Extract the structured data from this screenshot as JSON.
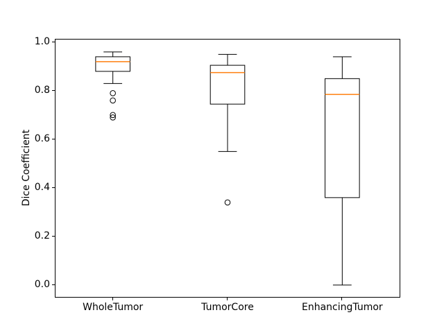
{
  "chart_data": {
    "type": "boxplot",
    "title": "",
    "xlabel": "",
    "ylabel": "Dice Coefficient",
    "categories": [
      "WholeTumor",
      "TumorCore",
      "EnhancingTumor"
    ],
    "ytick_labels": [
      "0.0",
      "0.2",
      "0.4",
      "0.6",
      "0.8",
      "1.0"
    ],
    "ytick_values": [
      0.0,
      0.2,
      0.4,
      0.6,
      0.8,
      1.0
    ],
    "ylim": [
      -0.049,
      1.011
    ],
    "xlim": [
      0.5,
      3.5
    ],
    "box_width_units": 0.3,
    "grid": false,
    "legend": false,
    "series": [
      {
        "name": "WholeTumor",
        "whisker_low": 0.83,
        "q1": 0.88,
        "median": 0.92,
        "q3": 0.94,
        "whisker_high": 0.96,
        "outliers": [
          0.79,
          0.76,
          0.7,
          0.69
        ]
      },
      {
        "name": "TumorCore",
        "whisker_low": 0.55,
        "q1": 0.745,
        "median": 0.875,
        "q3": 0.905,
        "whisker_high": 0.95,
        "outliers": [
          0.34
        ]
      },
      {
        "name": "EnhancingTumor",
        "whisker_low": 0.0,
        "q1": 0.36,
        "median": 0.785,
        "q3": 0.85,
        "whisker_high": 0.94,
        "outliers": []
      }
    ],
    "colors": {
      "box_line": "#000000",
      "median": "#ff7f0e",
      "background": "#ffffff",
      "text": "#000000"
    }
  }
}
